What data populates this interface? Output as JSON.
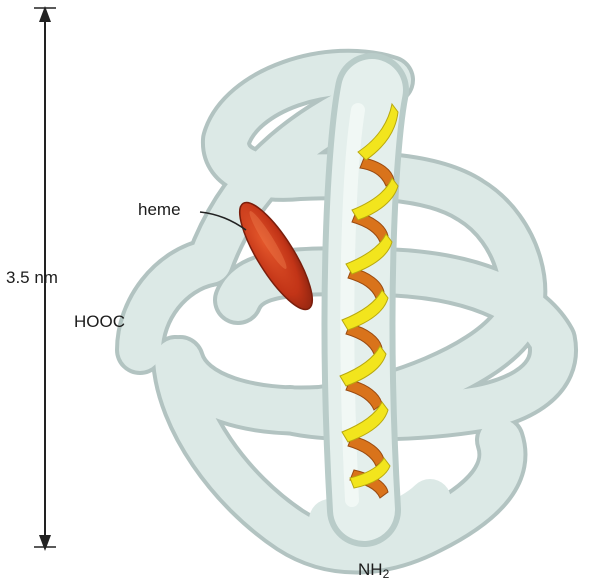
{
  "labels": {
    "scale": "3.5 nm",
    "heme": "heme",
    "c_terminus": "HOOC",
    "n_terminus_base": "NH",
    "n_terminus_subscript": "2"
  },
  "colors": {
    "backbone_tube": "#dce9e6",
    "backbone_shadow": "#9fb5b2",
    "helix_front": "#f2e51d",
    "helix_back": "#d9731b",
    "heme_disc": "#c8381c",
    "text": "#1c1c1c"
  }
}
